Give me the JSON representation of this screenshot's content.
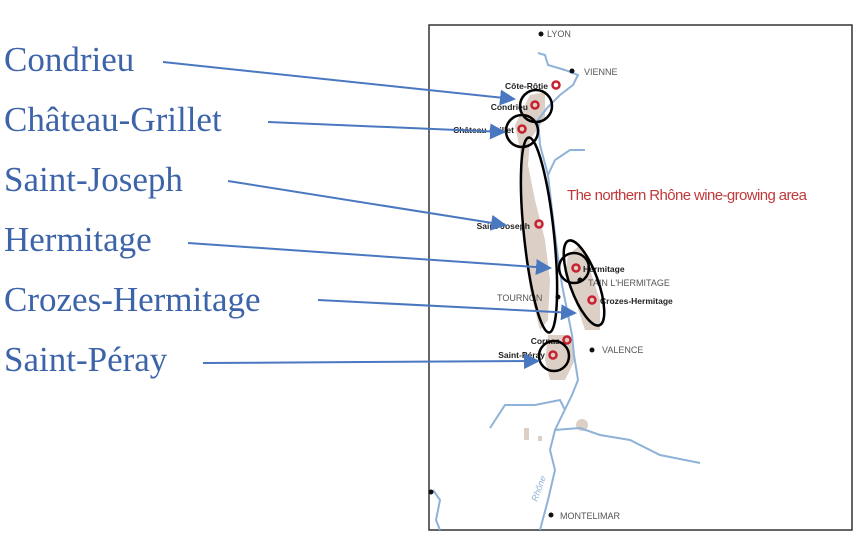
{
  "labels": [
    "Condrieu",
    "Château-Grillet",
    "Saint-Joseph",
    "Hermitage",
    "Crozes-Hermitage",
    "Saint-Péray"
  ],
  "map": {
    "title": "The northern Rhône wine-growing area",
    "cities": [
      "LYON",
      "VIENNE",
      "TOURNON",
      "TAIN L'HERMITAGE",
      "VALENCE",
      "MONTELIMAR"
    ],
    "appellations": [
      "Côte-Rôtie",
      "Condrieu",
      "Château-Grillet",
      "Saint-Joseph",
      "Hermitage",
      "Crozes-Hermitage",
      "Cornas",
      "Saint-Péray"
    ],
    "river": "Rhône"
  },
  "colors": {
    "label": "#3d64a9",
    "arrow": "#4a78c0",
    "title": "#c0393b",
    "river": "#8fb2d8",
    "vineyard": "#dccfc6",
    "pin": "#c8202f"
  }
}
